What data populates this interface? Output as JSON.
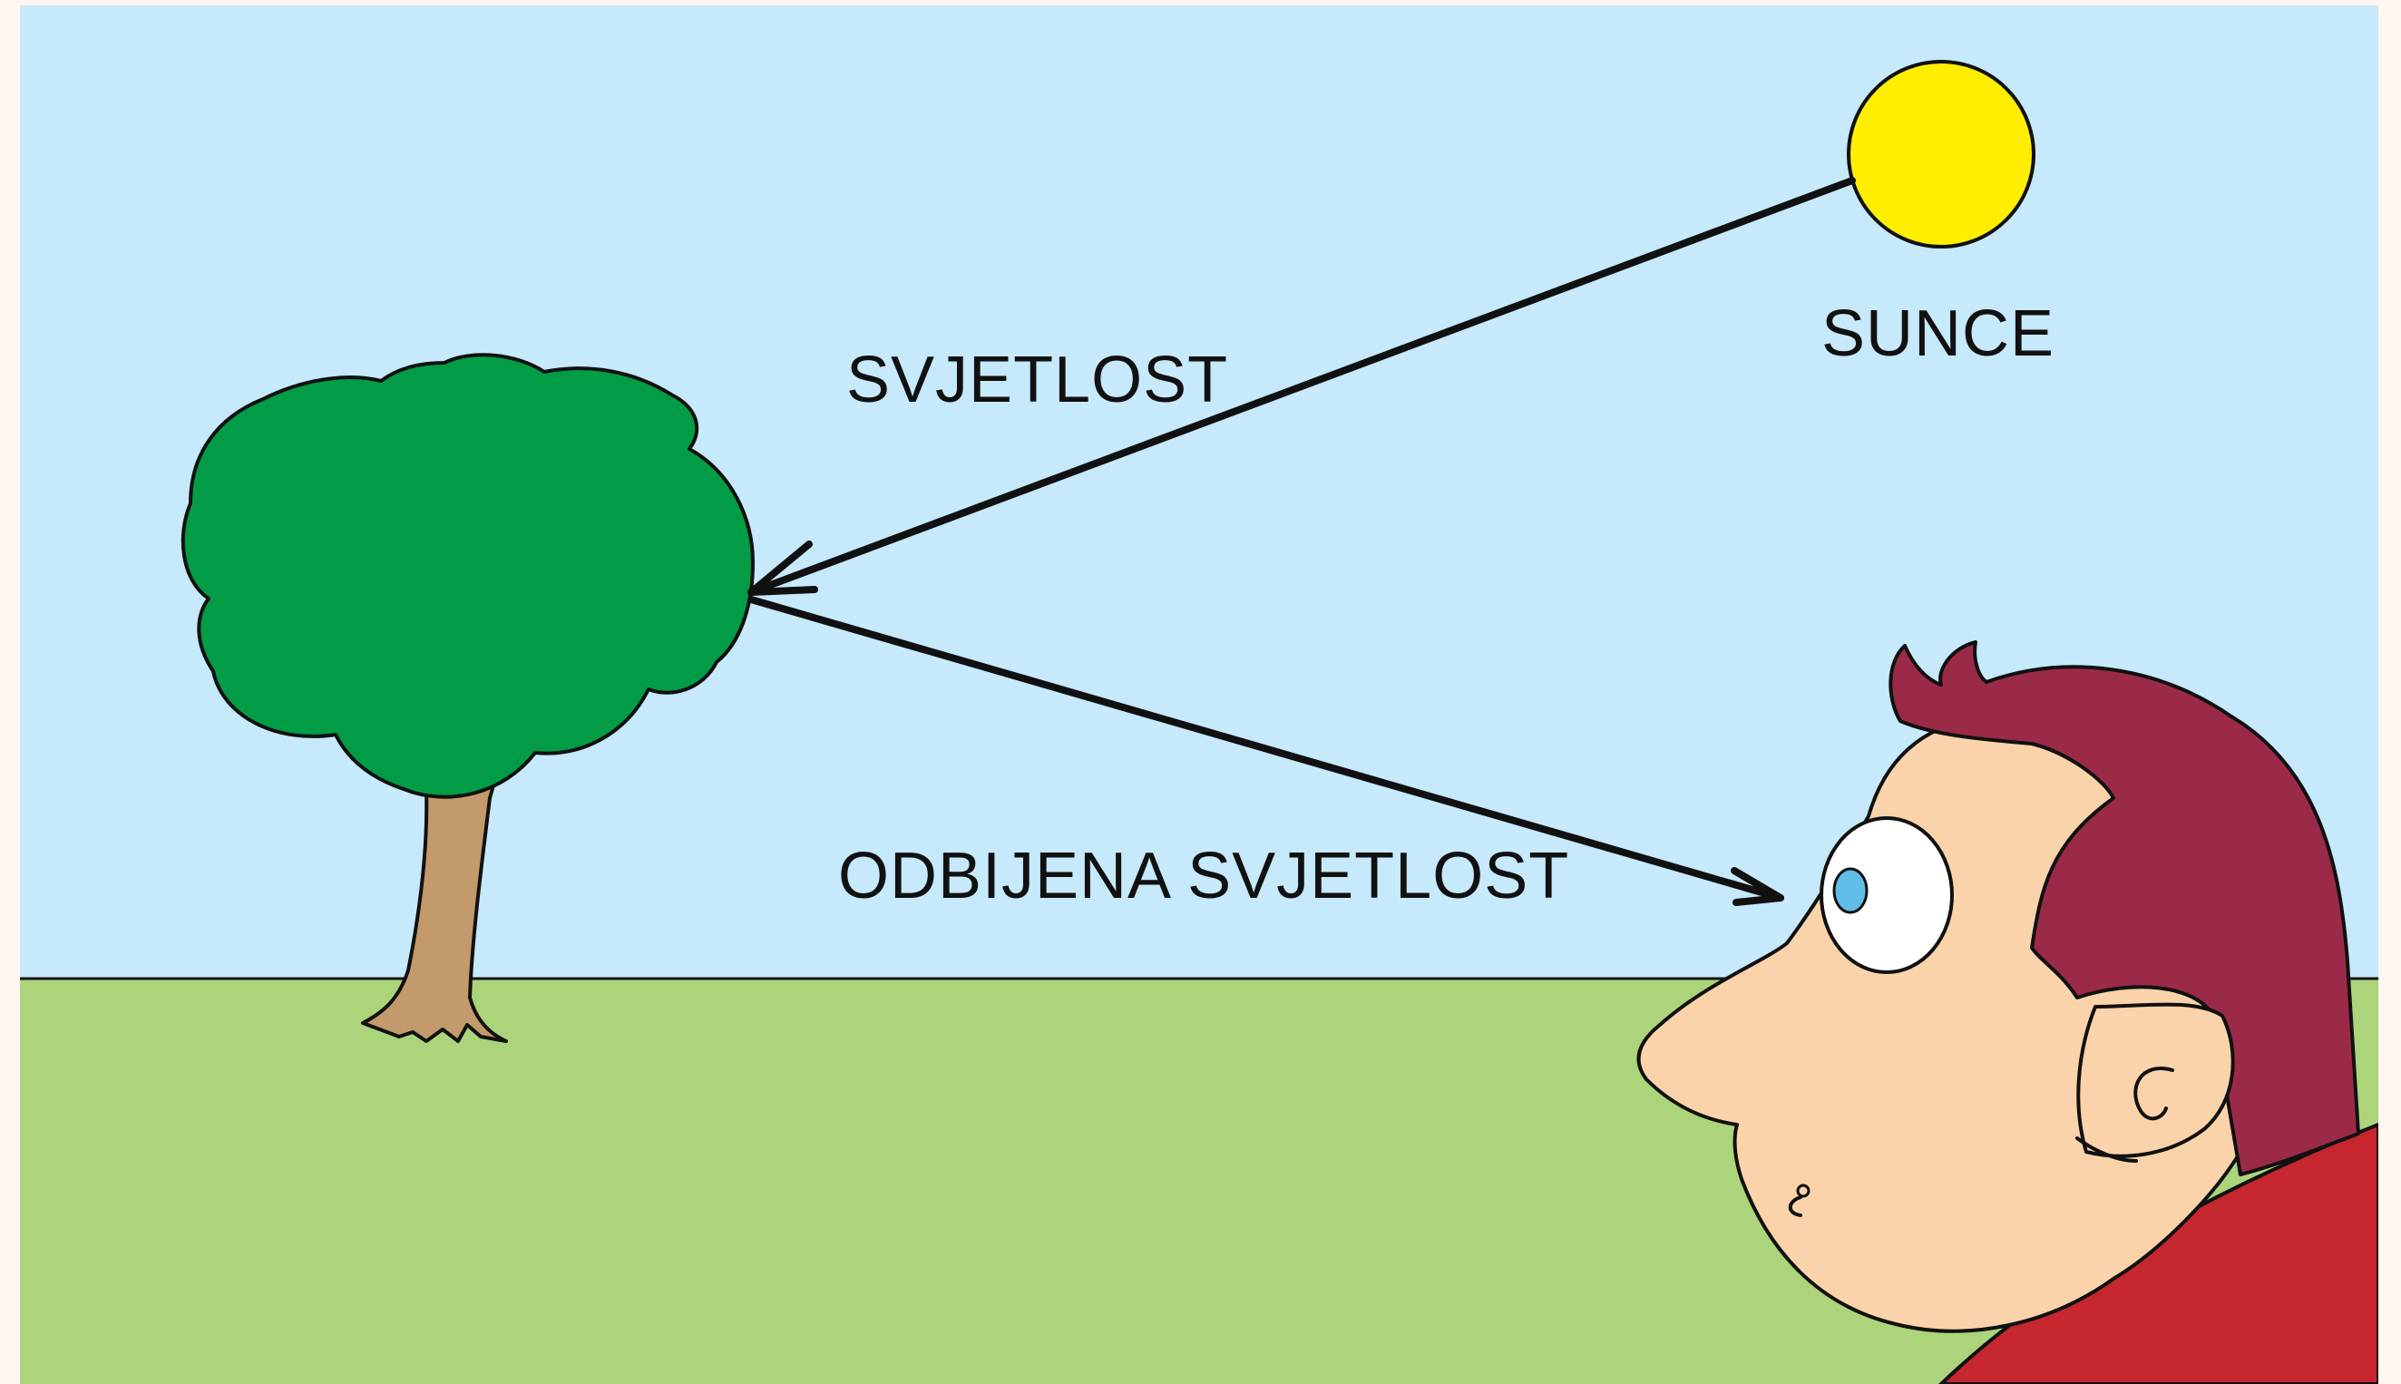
{
  "labels": {
    "sun": "SUNCE",
    "light": "SVJETLOST",
    "reflected_light": "ODBIJENA SVJETLOST"
  },
  "colors": {
    "sky": "#c6e9fb",
    "ground": "#acd47a",
    "sun": "#ffee00",
    "tree_crown": "#039c46",
    "tree_trunk": "#c39a6b",
    "skin": "#fbd3aa",
    "hair": "#9b2a48",
    "shirt": "#c6262e",
    "iris": "#62bde9",
    "outline": "#111111"
  },
  "icons": [
    "sun-icon",
    "tree-icon",
    "person-icon",
    "eye-icon"
  ]
}
